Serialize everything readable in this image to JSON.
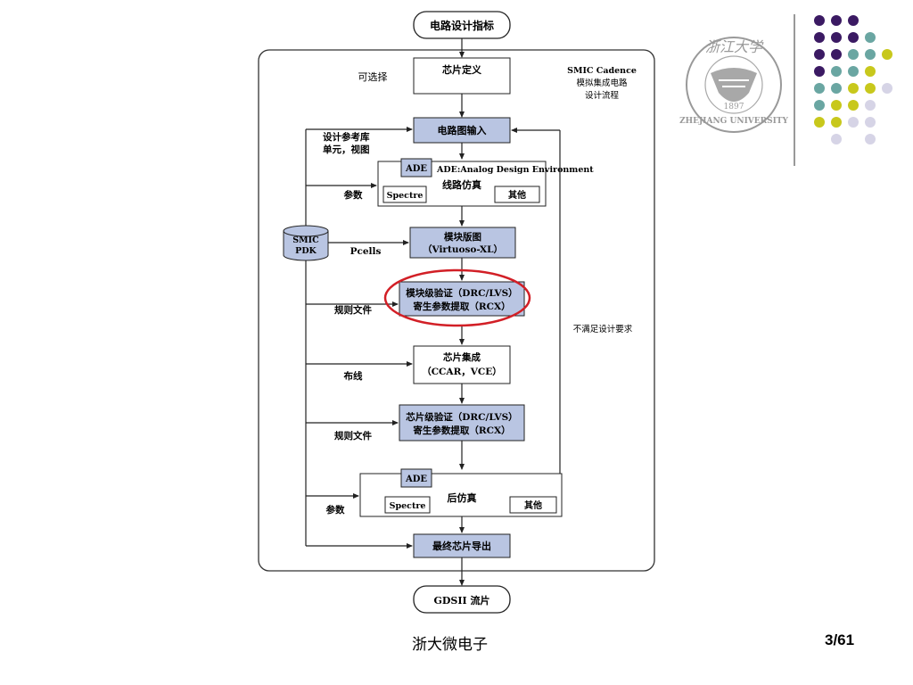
{
  "top_terminal": "电路设计指标",
  "bottom_terminal": "GDSII 流片",
  "optional_label": "可选择",
  "chip_definition": "芯片定义",
  "flow_note": [
    "SMIC Cadence",
    "模拟集成电路",
    "设计流程"
  ],
  "design_ref_label": [
    "设计参考库",
    "单元，视图"
  ],
  "schematic_input": "电路图输入",
  "ade_label": "ADE",
  "ade_full": "ADE:Analog Design Environment",
  "circuit_sim": "线路仿真",
  "spectre": "Spectre",
  "other": "其他",
  "params_label": "参数",
  "pdk": [
    "SMIC",
    "PDK"
  ],
  "pcells": "Pcells",
  "layout": [
    "模块版图",
    "（Virtuoso-XL）"
  ],
  "block_verify": [
    "模块级验证（DRC/LVS）",
    "寄生参数提取（RCX）"
  ],
  "rule_file": "规则文件",
  "not_meet": "不满足设计要求",
  "chip_integration": [
    "芯片集成",
    "（CCAR，VCE）"
  ],
  "routing": "布线",
  "chip_verify": [
    "芯片级验证（DRC/LVS）",
    "寄生参数提取（RCX）"
  ],
  "post_sim": "后仿真",
  "final_export": "最终芯片导出",
  "logo": {
    "text": "ZHEJIANG UNIVERSITY",
    "year": "1897",
    "top": "浙江大学"
  },
  "footer": {
    "center": "浙大微电子",
    "page": "3/61"
  },
  "colors": {
    "box_fill": "#b9c5e2",
    "highlight": "#d21f26",
    "dot_purple": "#3b1a63",
    "dot_teal": "#6aa6a2",
    "dot_yellow": "#c8c81c",
    "dot_lavender": "#d6d4e6"
  }
}
